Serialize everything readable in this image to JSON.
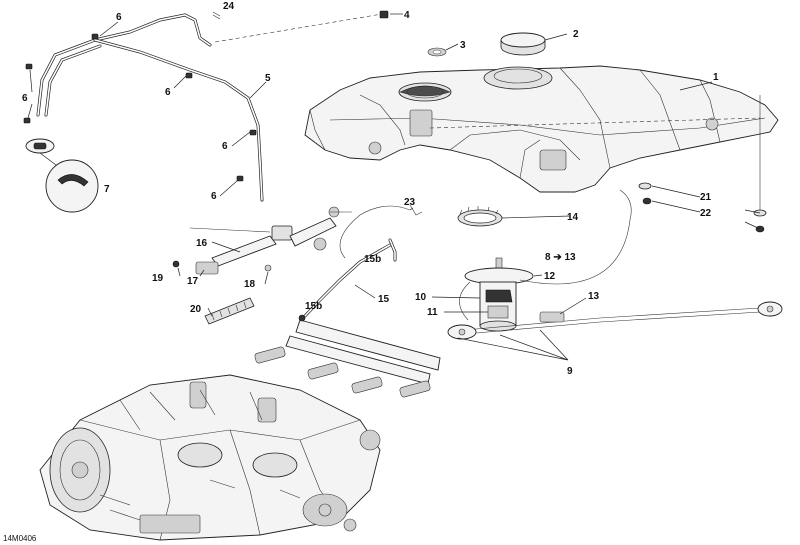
{
  "diagram": {
    "code": "14M0406",
    "callouts": [
      {
        "id": "c1",
        "label": "1"
      },
      {
        "id": "c2",
        "label": "2"
      },
      {
        "id": "c3",
        "label": "3"
      },
      {
        "id": "c4",
        "label": "4"
      },
      {
        "id": "c5",
        "label": "5"
      },
      {
        "id": "c6a",
        "label": "6"
      },
      {
        "id": "c6b",
        "label": "6"
      },
      {
        "id": "c6c",
        "label": "6"
      },
      {
        "id": "c6d",
        "label": "6"
      },
      {
        "id": "c6e",
        "label": "6"
      },
      {
        "id": "c7",
        "label": "7"
      },
      {
        "id": "c8",
        "label": "8 ➔ 13"
      },
      {
        "id": "c9",
        "label": "9"
      },
      {
        "id": "c10",
        "label": "10"
      },
      {
        "id": "c11",
        "label": "11"
      },
      {
        "id": "c12",
        "label": "12"
      },
      {
        "id": "c13",
        "label": "13"
      },
      {
        "id": "c14",
        "label": "14"
      },
      {
        "id": "c15",
        "label": "15"
      },
      {
        "id": "c15b1",
        "label": "15b"
      },
      {
        "id": "c15b2",
        "label": "15b"
      },
      {
        "id": "c16",
        "label": "16"
      },
      {
        "id": "c17",
        "label": "17"
      },
      {
        "id": "c18",
        "label": "18"
      },
      {
        "id": "c19",
        "label": "19"
      },
      {
        "id": "c20",
        "label": "20"
      },
      {
        "id": "c21",
        "label": "21"
      },
      {
        "id": "c22",
        "label": "22"
      },
      {
        "id": "c23",
        "label": "23"
      },
      {
        "id": "c24",
        "label": "24"
      }
    ]
  }
}
